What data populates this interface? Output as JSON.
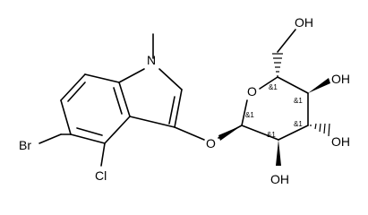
{
  "diagram": {
    "atoms": {
      "methyl_n": "N",
      "bromo": "Br",
      "chloro": "Cl",
      "glycosidic_o": "O",
      "ring_o": "O",
      "hydroxymethyl_oh": "OH",
      "oh_c4": "OH",
      "oh_c3": "OH",
      "oh_c2": "OH"
    },
    "stereo_marks": {
      "c5": "&1",
      "c4": "&1",
      "c3": "&1",
      "c2": "&1",
      "c1": "&1"
    }
  }
}
